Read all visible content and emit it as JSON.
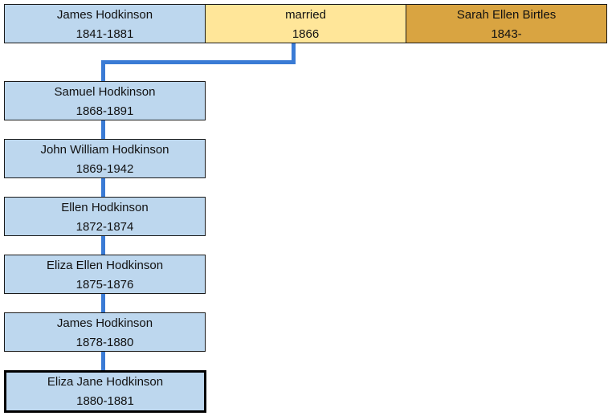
{
  "colors": {
    "person": "#bdd7ee",
    "married": "#ffe699",
    "spouse": "#d9a441",
    "connector": "#3a7bd5"
  },
  "parents": {
    "father": {
      "name": "James Hodkinson",
      "dates": "1841-1881"
    },
    "marriage": {
      "label": "married",
      "year": "1866"
    },
    "mother": {
      "name": "Sarah Ellen Birtles",
      "dates": "1843-"
    }
  },
  "children": [
    {
      "name": "Samuel Hodkinson",
      "dates": "1868-1891"
    },
    {
      "name": "John William Hodkinson",
      "dates": "1869-1942"
    },
    {
      "name": "Ellen Hodkinson",
      "dates": "1872-1874"
    },
    {
      "name": "Eliza Ellen Hodkinson",
      "dates": "1875-1876"
    },
    {
      "name": "James Hodkinson",
      "dates": "1878-1880"
    },
    {
      "name": "Eliza Jane Hodkinson",
      "dates": "1880-1881",
      "selected": true
    }
  ]
}
